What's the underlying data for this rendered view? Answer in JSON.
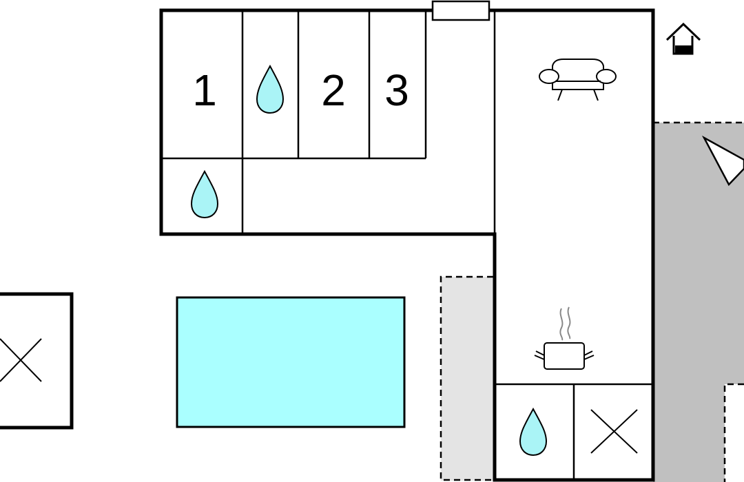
{
  "floorplan": {
    "rooms": {
      "bedroom_1": {
        "label": "1"
      },
      "bedroom_2": {
        "label": "2"
      },
      "bedroom_3": {
        "label": "3"
      }
    },
    "icons": {
      "water_drop": "water-drop-icon",
      "sofa": "sofa-icon",
      "cooking_pot": "cooking-pot-icon",
      "house_floor": "house-floor-icon",
      "compass": "north-arrow-icon",
      "cross": "cross-icon"
    },
    "colors": {
      "wall": "#000000",
      "pool": "#aaffff",
      "water": "#aaf4f6",
      "terrace_dark": "#c0c0c0",
      "terrace_light": "#e4e4e4",
      "background": "#ffffff"
    }
  }
}
